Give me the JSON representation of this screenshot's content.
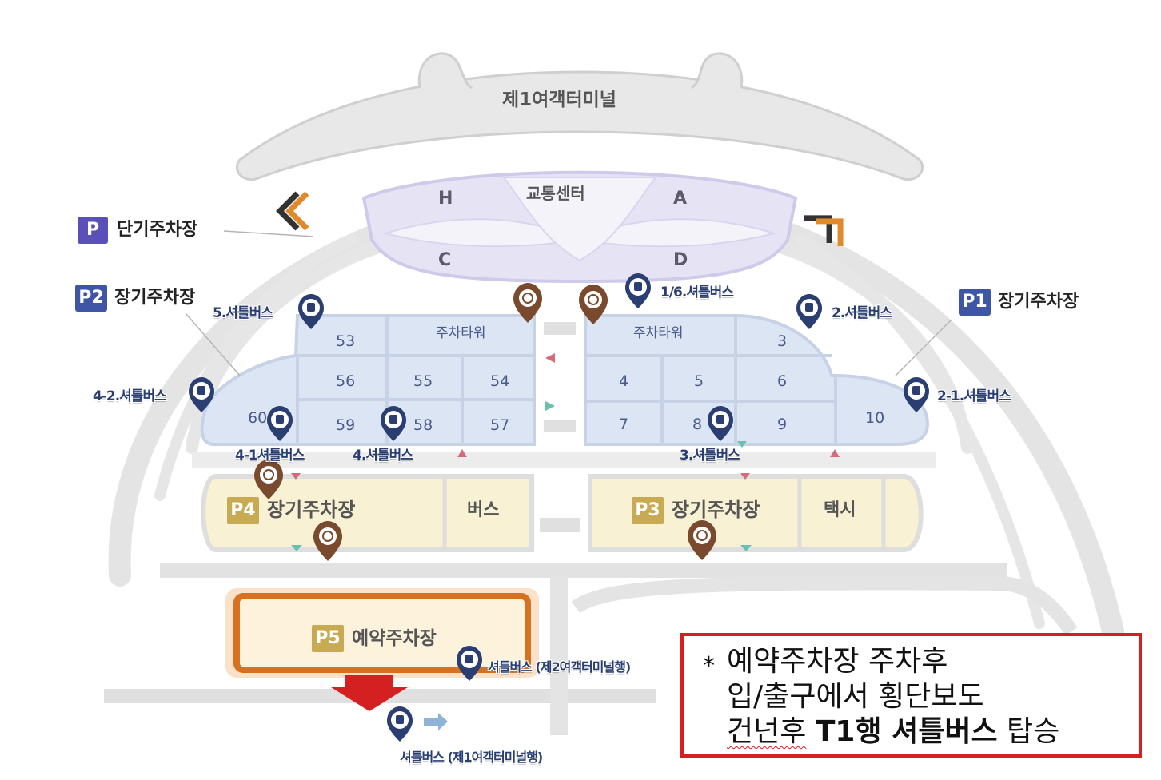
{
  "terminal": {
    "name": "제1여객터미널"
  },
  "transport_center": {
    "title": "교통센터",
    "zones": [
      "H",
      "A",
      "C",
      "D"
    ]
  },
  "short_term": {
    "badge": "P",
    "name": "단기주차장"
  },
  "p1": {
    "badge": "P1",
    "name": "장기주차장"
  },
  "p2": {
    "badge": "P2",
    "name": "장기주차장"
  },
  "p3": {
    "badge": "P3",
    "name": "장기주차장",
    "side": "택시"
  },
  "p4": {
    "badge": "P4",
    "name": "장기주차장",
    "side": "버스"
  },
  "p5": {
    "badge": "P5",
    "name": "예약주차장"
  },
  "towers": {
    "left": "주차타워",
    "right": "주차타워"
  },
  "lots": {
    "l53": "53",
    "l56": "56",
    "l55": "55",
    "l54": "54",
    "l60": "60",
    "l59": "59",
    "l58": "58",
    "l57": "57",
    "l3": "3",
    "l4": "4",
    "l5": "5",
    "l6": "6",
    "l7": "7",
    "l8": "8",
    "l9": "9",
    "l10": "10"
  },
  "shuttles": {
    "s16": "1/6.셔틀버스",
    "s5": "5.셔틀버스",
    "s2": "2.셔틀버스",
    "s42": "4-2.셔틀버스",
    "s21": "2-1.셔틀버스",
    "s41": "4-1셔틀버스",
    "s4": "4.셔틀버스",
    "s3": "3.셔틀버스",
    "t2": "셔틀버스 (제2여객터미널행)",
    "t1": "셔틀버스 (제1여객터미널행)"
  },
  "note": {
    "star": "*",
    "line1": "예약주차장 주차후",
    "line2": "입/출구에서 횡단보도",
    "line3_a": "건넌후",
    "line3_b": "T1행 셔틀버스",
    "line3_c": "탑승"
  },
  "colors": {
    "road": "#e4e4e4",
    "road_edge": "#cfcfcf",
    "lot_fill": "#dce5f3",
    "lot_edge": "#c7d2e6",
    "center_fill": "#e6e3f4",
    "parking_yellow": "#f8f1d4",
    "highlight_orange": "#d6721f",
    "pin_brown": "#7a4a2e",
    "bus_pin": "#2a3e72",
    "note_border": "#d42020",
    "arrow_red": "#d42020"
  }
}
